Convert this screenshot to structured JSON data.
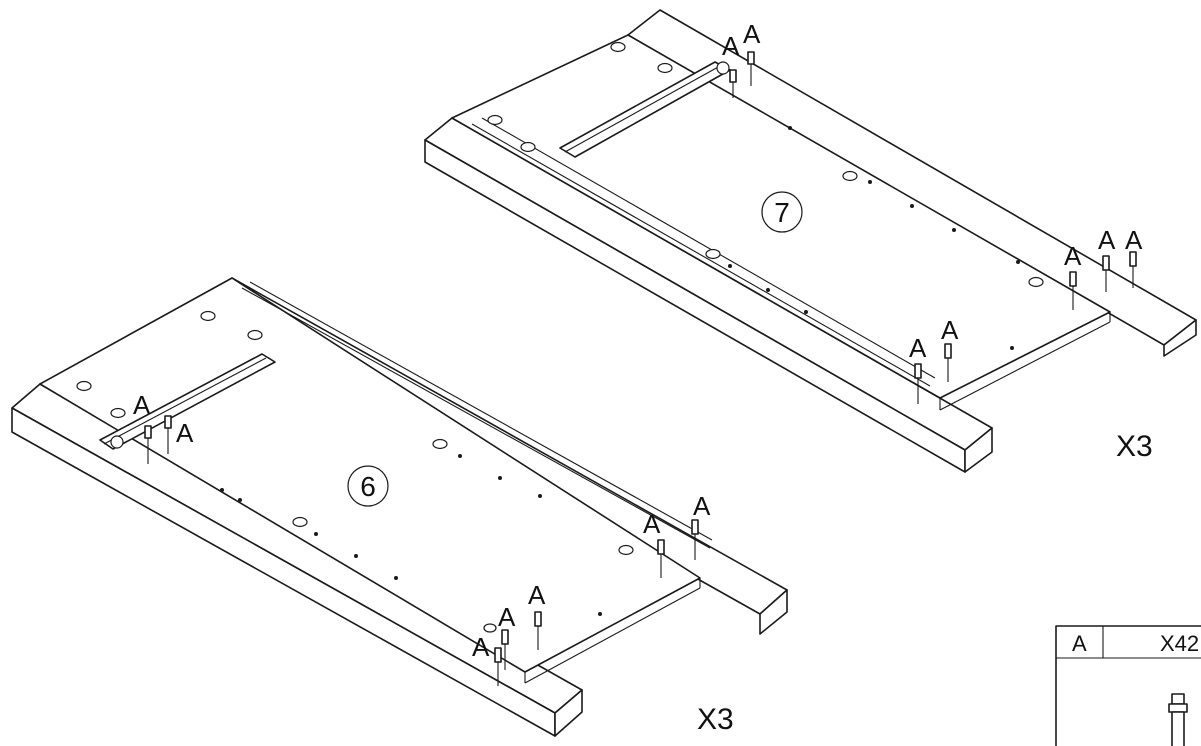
{
  "panels": [
    {
      "id": "panel-7",
      "part_number": "7",
      "quantity": "X3"
    },
    {
      "id": "panel-6",
      "part_number": "6",
      "quantity": "X3"
    }
  ],
  "screw_label": "A",
  "parts_table": {
    "code": "A",
    "count": "X42"
  }
}
